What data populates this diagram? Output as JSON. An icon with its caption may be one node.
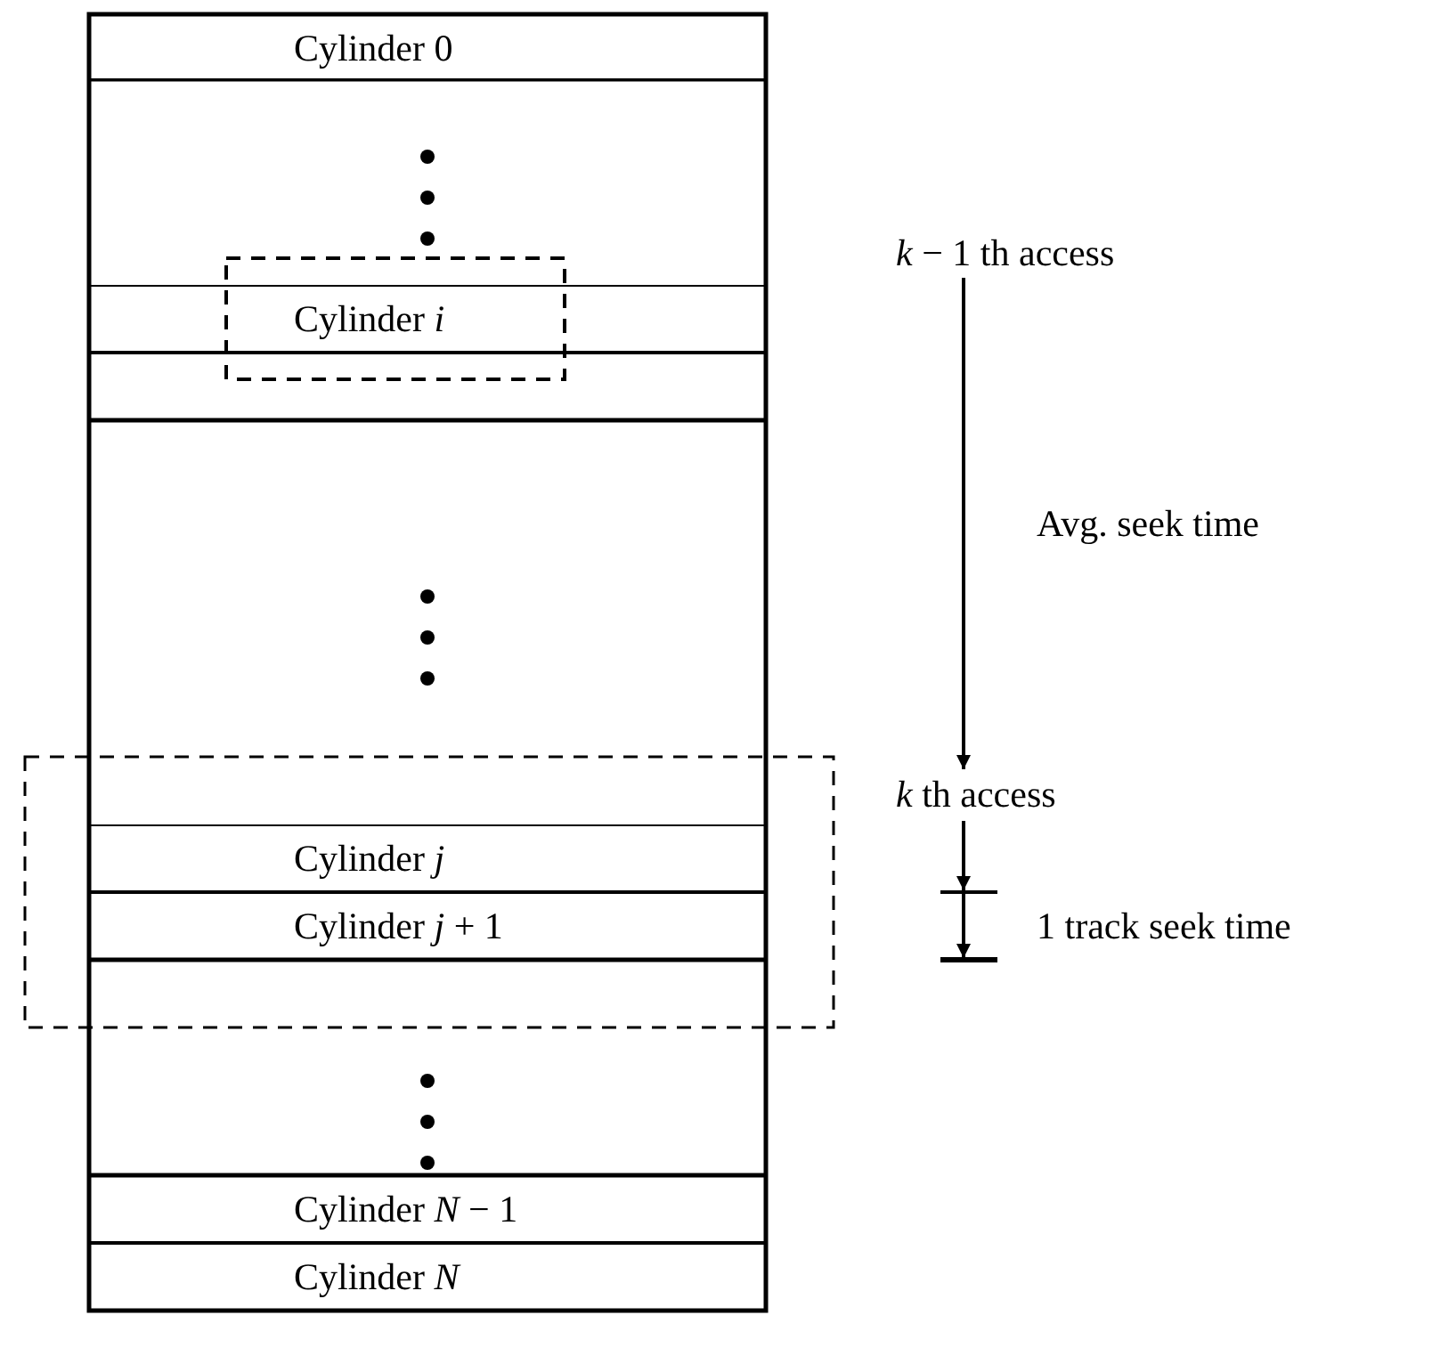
{
  "diagram": {
    "nodes": [
      {
        "text": [
          "Cylinder 0"
        ]
      },
      {
        "text": [
          "Cylinder *i*"
        ]
      },
      {
        "text": [],
        "shape": "box"
      },
      {
        "text": [
          "Cylinder *j*"
        ]
      },
      {
        "text": [
          "Cylinder *j* + 1"
        ]
      },
      {
        "text": [
          "Cylinder *N* − 1"
        ]
      },
      {
        "text": [
          "Cylinder *N*"
        ]
      },
      {
        "text": [
          "*k* − 1 th access"
        ]
      },
      {
        "text": [
          "*k* th access"
        ]
      }
    ],
    "edges": [
      {
        "from": 7,
        "to": 8,
        "arrow": "to",
        "label": "Avg. seek time"
      }
    ],
    "labels": [
      "1 track seek time"
    ]
  }
}
